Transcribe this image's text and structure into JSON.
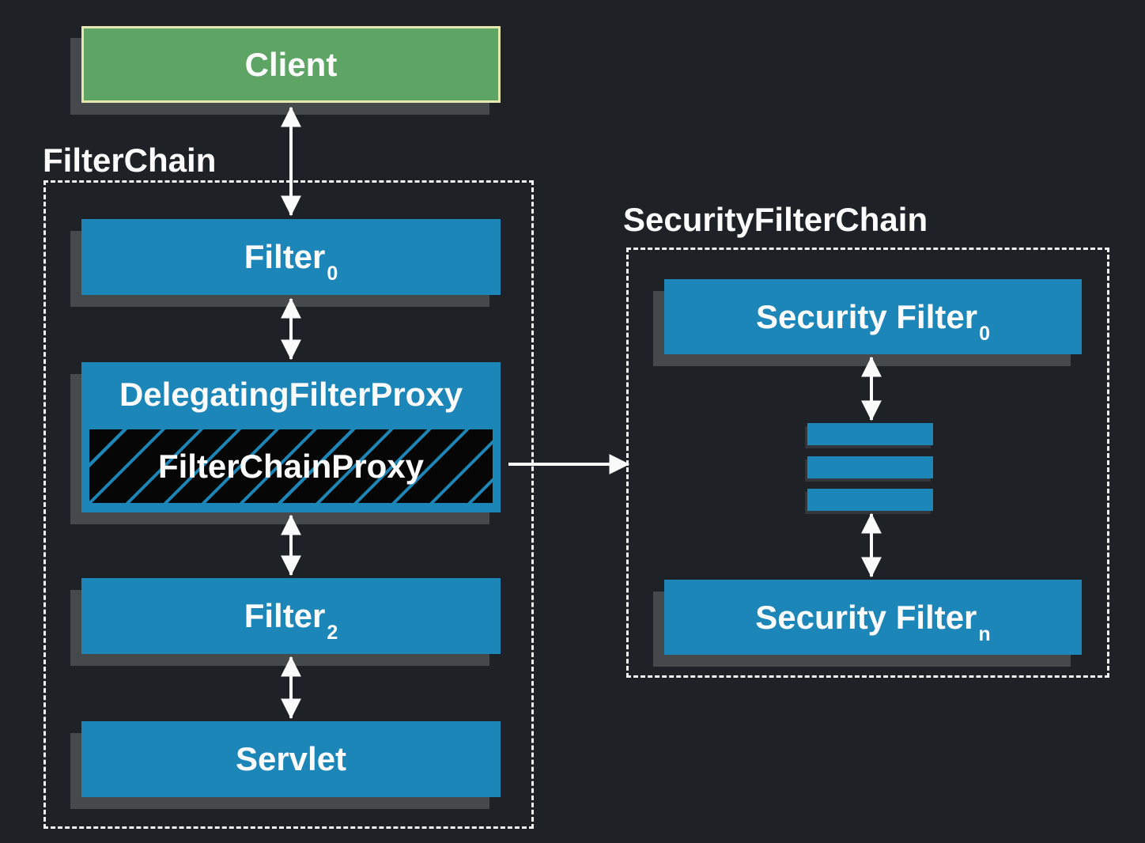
{
  "colors": {
    "background": "#1e2227",
    "box_blue": "#1c86b8",
    "client_green": "#5ea464",
    "client_border": "#e6e7ae",
    "shadow": "#46494c",
    "text": "#fbfbfb",
    "hatch_bg": "#060606",
    "dash": "#f2f2f2",
    "arrow": "#fafafa"
  },
  "client": {
    "label": "Client"
  },
  "filter_chain": {
    "label": "FilterChain",
    "filter0": {
      "label": "Filter",
      "subscript": "0"
    },
    "delegating_filter_proxy": {
      "label": "DelegatingFilterProxy",
      "inner_label": "FilterChainProxy"
    },
    "filter2": {
      "label": "Filter",
      "subscript": "2"
    },
    "servlet": {
      "label": "Servlet"
    }
  },
  "security_filter_chain": {
    "label": "SecurityFilterChain",
    "filter0": {
      "label": "Security Filter",
      "subscript": "0"
    },
    "filter_n": {
      "label": "Security Filter",
      "subscript": "n"
    },
    "ellipsis_bar_count": 3
  }
}
